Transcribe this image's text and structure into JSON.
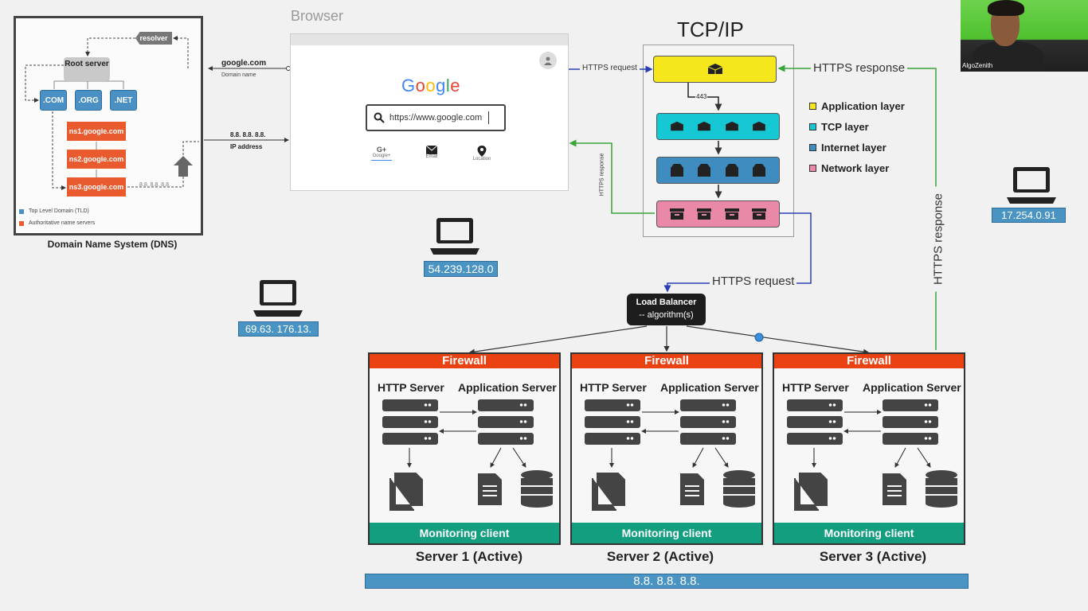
{
  "dns": {
    "resolver": "resolver",
    "root_server": "Root server",
    "tlds": [
      ".COM",
      ".ORG",
      ".NET"
    ],
    "name_servers": [
      "ns1.google.com",
      "ns2.google.com",
      "ns3.google.com"
    ],
    "ns_ip": "8.8. 8.8. 8.8.",
    "legend": [
      "Top Level Domain (TLD)",
      "Authoritative name servers"
    ],
    "caption": "Domain Name System (DNS)",
    "domain_name": "google.com",
    "domain_name_label": "Domain name",
    "ip_address": "8.8. 8.8. 8.8.",
    "ip_address_label": "IP address"
  },
  "browser": {
    "title": "Browser",
    "logo": "Google",
    "search_value": "https://www.google.com",
    "icons": [
      {
        "icon": "google-plus-icon",
        "label": "Google+"
      },
      {
        "icon": "email-icon",
        "label": "Email"
      },
      {
        "icon": "location-icon",
        "label": "Location"
      }
    ]
  },
  "tcp": {
    "title": "TCP/IP",
    "port": "443",
    "https_request_top": "HTTPS request",
    "https_response_top": "HTTPS response",
    "https_response_left": "HTTPS response",
    "https_request_bottom": "HTTPS request",
    "https_response_right": "HTTPS response",
    "layers": [
      {
        "label": "Application layer",
        "color": "#f5e71c"
      },
      {
        "label": "TCP layer",
        "color": "#16c7d4"
      },
      {
        "label": "Internet layer",
        "color": "#3f8cc0"
      },
      {
        "label": "Network layer",
        "color": "#ea88a8"
      }
    ]
  },
  "clients": {
    "laptop_center": "54.239.128.0",
    "laptop_left": "69.63. 176.13.",
    "laptop_right": "17.254.0.91"
  },
  "load_balancer": {
    "title": "Load Balancer",
    "subtitle": "-- algorithm(s)"
  },
  "servers": [
    {
      "firewall": "Firewall",
      "http": "HTTP Server",
      "app": "Application Server",
      "monitor": "Monitoring client",
      "caption": "Server 1 (Active)"
    },
    {
      "firewall": "Firewall",
      "http": "HTTP Server",
      "app": "Application Server",
      "monitor": "Monitoring client",
      "caption": "Server 2 (Active)"
    },
    {
      "firewall": "Firewall",
      "http": "HTTP Server",
      "app": "Application Server",
      "monitor": "Monitoring client",
      "caption": "Server 3 (Active)"
    }
  ],
  "server_ip": "8.8. 8.8. 8.8.",
  "webcam": {
    "name": "AlgoZenith"
  }
}
